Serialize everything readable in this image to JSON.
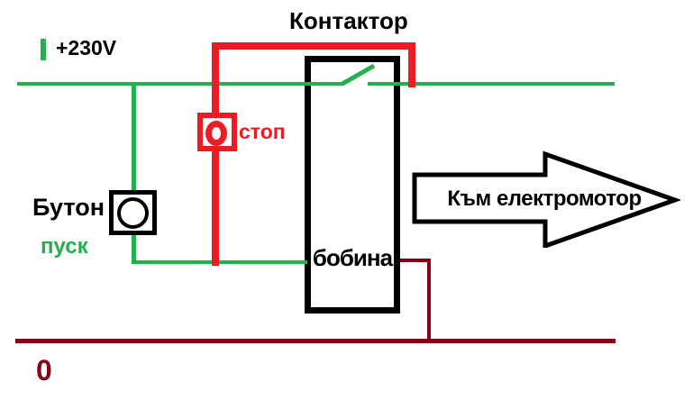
{
  "diagram": {
    "title": "Контактор",
    "power_label": "+230V",
    "zero_label": "0",
    "stop_label": "стоп",
    "button_label": "Бутон",
    "start_label": "пуск",
    "coil_label": "бобина",
    "arrow_label": "Към електромотор",
    "colors": {
      "conductor_green": "#22b14c",
      "conductor_red": "#ed1c24",
      "neutral_dark_red": "#880015",
      "outline_black": "#000000"
    }
  }
}
